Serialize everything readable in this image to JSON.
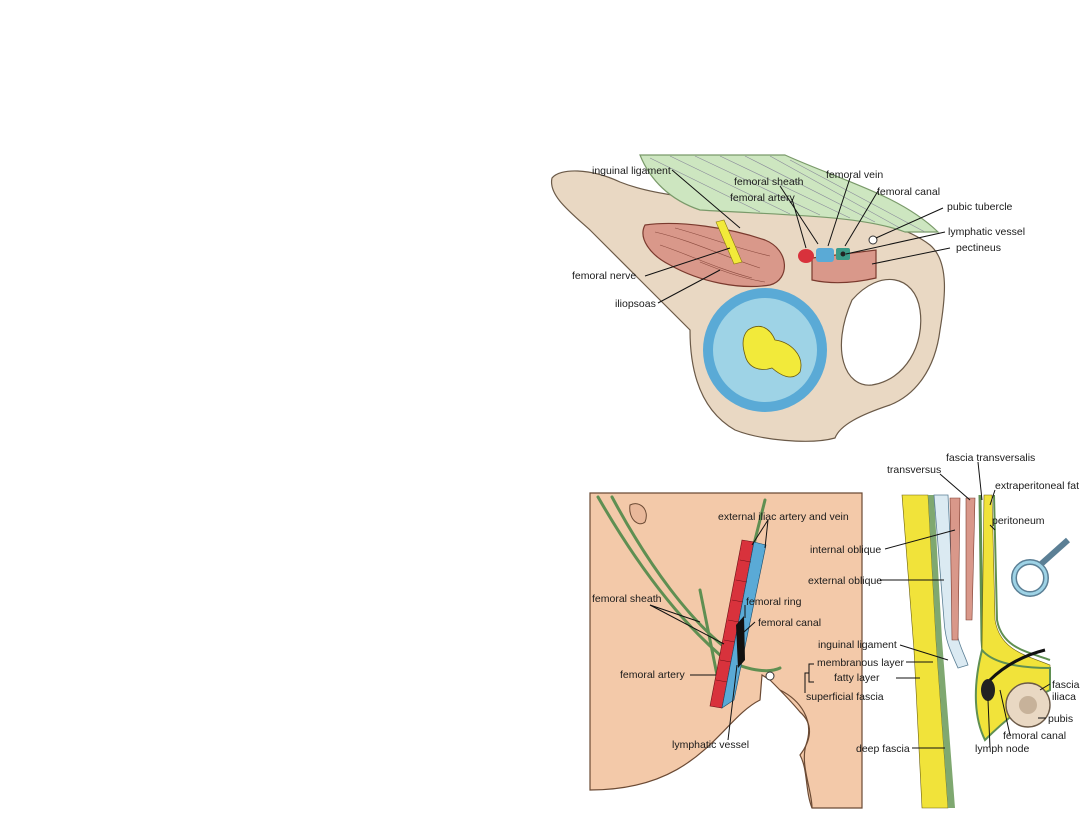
{
  "colors": {
    "bone": "#e9d8c3",
    "muscle": "#d9988a",
    "skin": "#f3c9a9",
    "artery": "#d8323c",
    "vein": "#5aaad6",
    "fascia_yellow": "#f1e33a",
    "fascia_green": "#7fa870",
    "nerve": "#f2ea3a",
    "lymph": "#222222",
    "cartilage": "#9ed3e6",
    "aponeurosis": "#cde6c0"
  },
  "top_figure": {
    "labels": {
      "inguinal_ligament": "inguinal ligament",
      "femoral_sheath": "femoral sheath",
      "femoral_artery": "femoral artery",
      "femoral_vein": "femoral vein",
      "femoral_canal": "femoral canal",
      "pubic_tubercle": "pubic tubercle",
      "lymphatic_vessel": "lymphatic vessel",
      "pectineus": "pectineus",
      "femoral_nerve": "femoral nerve",
      "iliopsoas": "iliopsoas"
    }
  },
  "bottom_left_figure": {
    "labels": {
      "external_iliac": "external iliac artery and vein",
      "femoral_ring": "femoral ring",
      "femoral_sheath": "femoral sheath",
      "femoral_canal": "femoral canal",
      "femoral_artery": "femoral artery",
      "lymphatic_vessel": "lymphatic vessel"
    }
  },
  "bottom_right_figure": {
    "labels": {
      "fascia_transversalis": "fascia transversalis",
      "transversus": "transversus",
      "extraperitoneal_fat": "extraperitoneal fat",
      "peritoneum": "peritoneum",
      "internal_oblique": "internal oblique",
      "external_oblique": "external oblique",
      "inguinal_ligament": "inguinal ligament",
      "membranous_layer": "membranous layer",
      "fatty_layer": "fatty layer",
      "superficial_fascia": "superficial fascia",
      "fascia_iliaca_1": "fascia",
      "fascia_iliaca_2": "iliaca",
      "pubis": "pubis",
      "femoral_canal": "femoral canal",
      "deep_fascia": "deep fascia",
      "lymph_node": "lymph node"
    }
  }
}
